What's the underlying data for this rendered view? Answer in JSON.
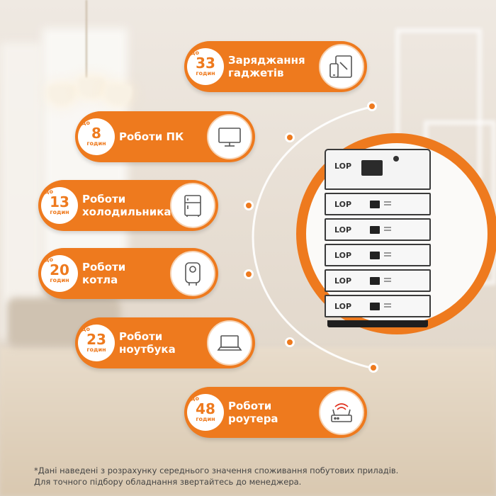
{
  "prefix": "до",
  "unit": "годин",
  "items": [
    {
      "hours": "33",
      "label1": "Заряджання",
      "label2": "гаджетів",
      "icon": "tablet-phone-icon"
    },
    {
      "hours": "8",
      "label1": "Роботи ПК",
      "label2": "",
      "icon": "monitor-icon"
    },
    {
      "hours": "13",
      "label1": "Роботи",
      "label2": "холодильника",
      "icon": "fridge-icon"
    },
    {
      "hours": "20",
      "label1": "Роботи",
      "label2": "котла",
      "icon": "boiler-icon"
    },
    {
      "hours": "23",
      "label1": "Роботи",
      "label2": "ноутбука",
      "icon": "laptop-icon"
    },
    {
      "hours": "48",
      "label1": "Роботи",
      "label2": "роутера",
      "icon": "router-icon"
    }
  ],
  "brand": {
    "logo": "LOP",
    "accent": "#ee7a1e"
  },
  "footnote": {
    "line1": "*Дані наведені з розрахунку середнього значення споживання побутових приладів.",
    "line2": "Для точного підбору обладнання звертайтесь до менеджера."
  }
}
